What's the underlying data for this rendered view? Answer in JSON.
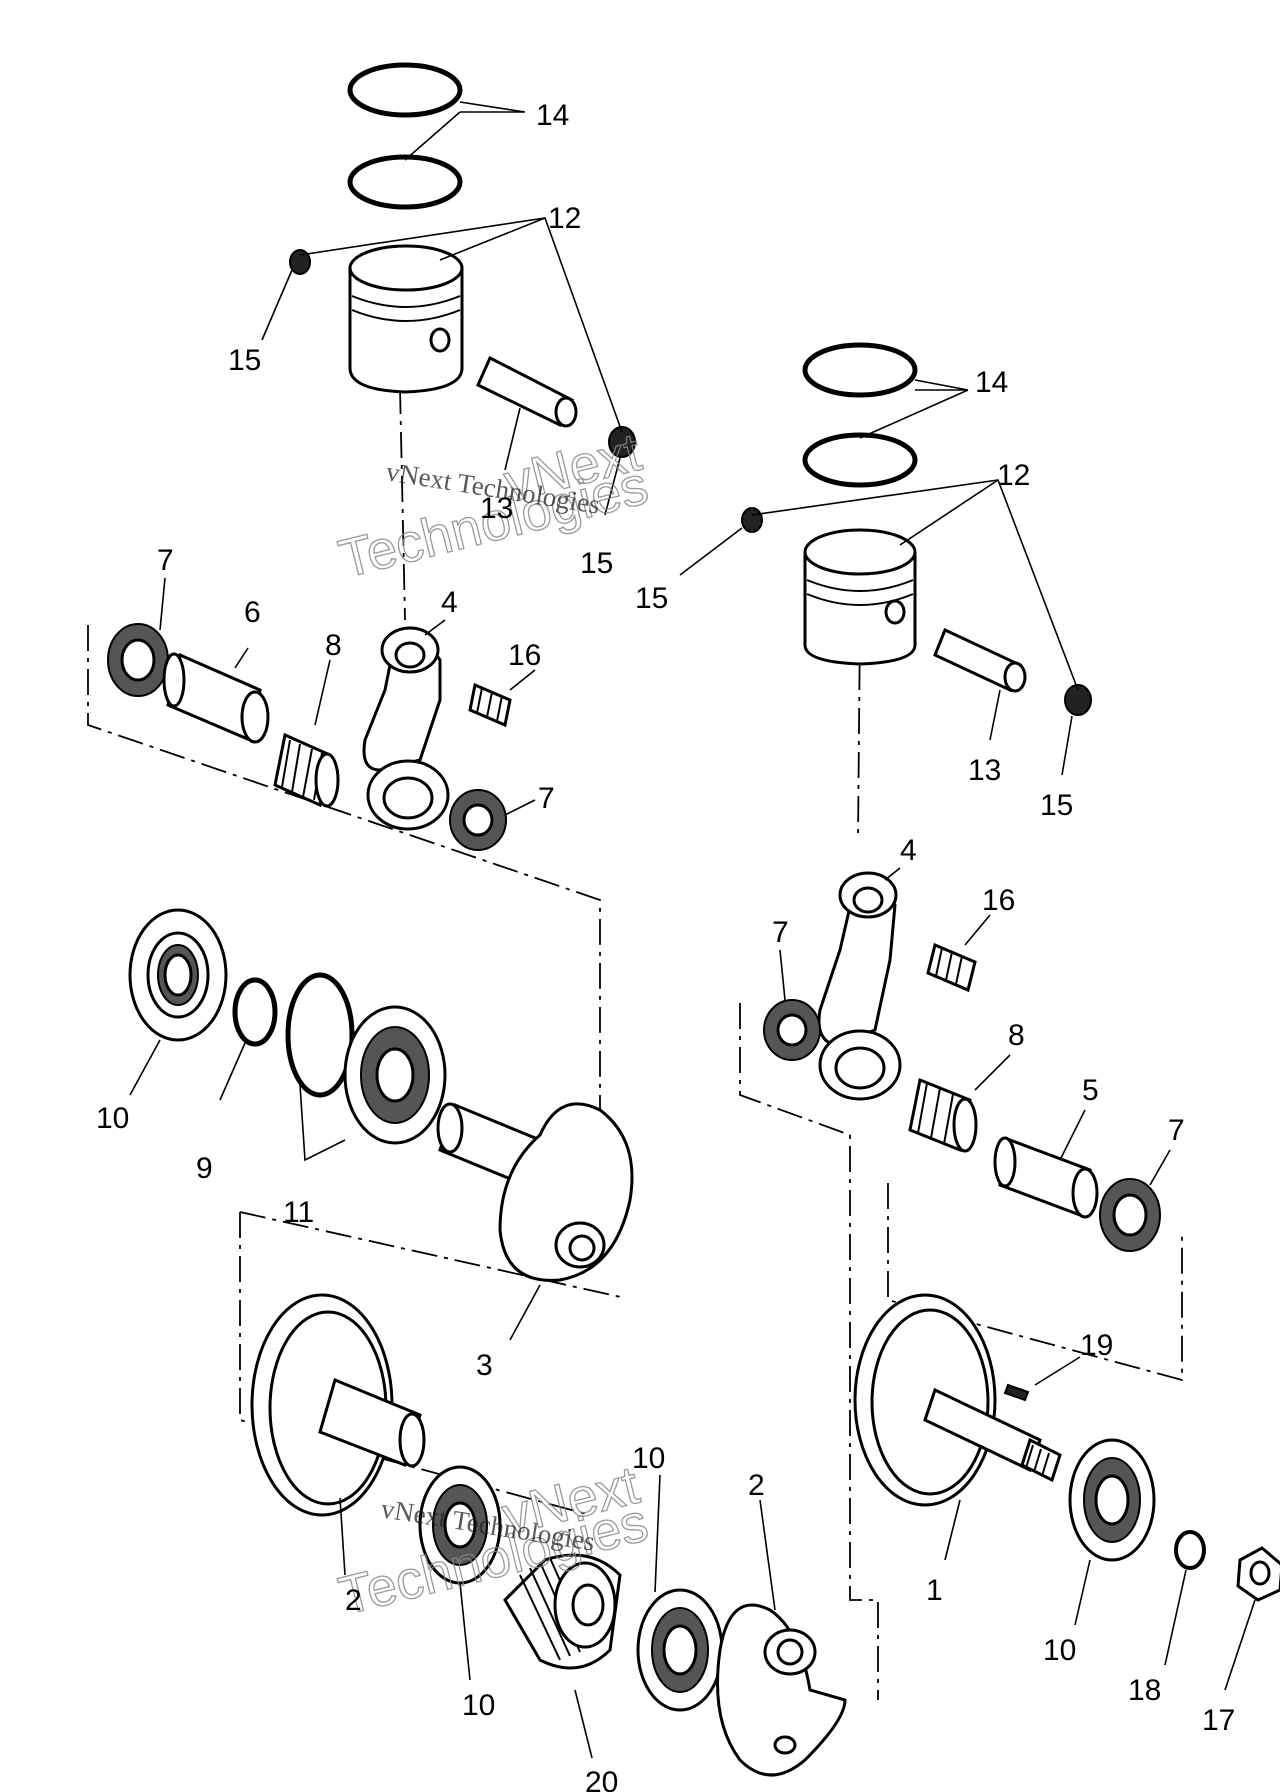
{
  "callouts": [
    {
      "text": "14"
    },
    {
      "text": "12"
    },
    {
      "text": "15"
    },
    {
      "text": "13"
    },
    {
      "text": "15"
    },
    {
      "text": "7"
    },
    {
      "text": "6"
    },
    {
      "text": "8"
    },
    {
      "text": "4"
    },
    {
      "text": "16"
    },
    {
      "text": "7"
    },
    {
      "text": "14"
    },
    {
      "text": "12"
    },
    {
      "text": "15"
    },
    {
      "text": "13"
    },
    {
      "text": "15"
    },
    {
      "text": "4"
    },
    {
      "text": "16"
    },
    {
      "text": "7"
    },
    {
      "text": "8"
    },
    {
      "text": "5"
    },
    {
      "text": "7"
    },
    {
      "text": "10"
    },
    {
      "text": "9"
    },
    {
      "text": "11"
    },
    {
      "text": "3"
    },
    {
      "text": "19"
    },
    {
      "text": "1"
    },
    {
      "text": "10"
    },
    {
      "text": "18"
    },
    {
      "text": "17"
    },
    {
      "text": "10"
    },
    {
      "text": "2"
    },
    {
      "text": "2"
    },
    {
      "text": "10"
    },
    {
      "text": "20"
    }
  ],
  "watermarks": [
    {
      "company": "vNext Technologies",
      "logo_top": "vNext",
      "logo_bottom": "Technologies"
    },
    {
      "company": "vNext Technologies",
      "logo_top": "vNext",
      "logo_bottom": "Technologies"
    }
  ]
}
